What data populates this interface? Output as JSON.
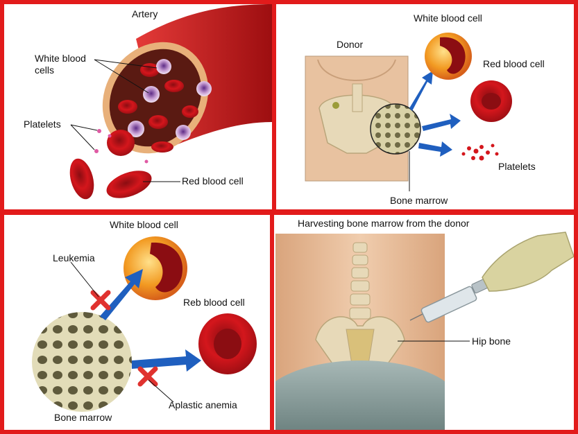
{
  "panels": {
    "artery": {
      "title": "Artery",
      "label_white_cells_1": "White blood",
      "label_white_cells_2": "cells",
      "label_platelets": "Platelets",
      "label_red_cell": "Red blood cell"
    },
    "donor": {
      "title": "Donor",
      "label_white_cell": "White blood cell",
      "label_red_cell": "Red blood cell",
      "label_platelets": "Platelets",
      "label_bone_marrow": "Bone marrow"
    },
    "disease": {
      "label_white_cell": "White blood cell",
      "label_leukemia": "Leukemia",
      "label_red_cell": "Reb blood cell",
      "label_aplastic": "Aplastic anemia",
      "label_bone_marrow": "Bone marrow"
    },
    "harvest": {
      "title": "Harvesting bone marrow from the donor",
      "label_hip": "Hip bone"
    }
  },
  "colors": {
    "frame": "#e21b1b",
    "blood_red": "#c8141a",
    "white_cell": "#f2a02a",
    "arrow_blue": "#1f5fbf",
    "cross": "#e0322f",
    "skin": "#e8c2a0",
    "bone": "#e7d9b8",
    "cloth": "#8fa2a0"
  }
}
